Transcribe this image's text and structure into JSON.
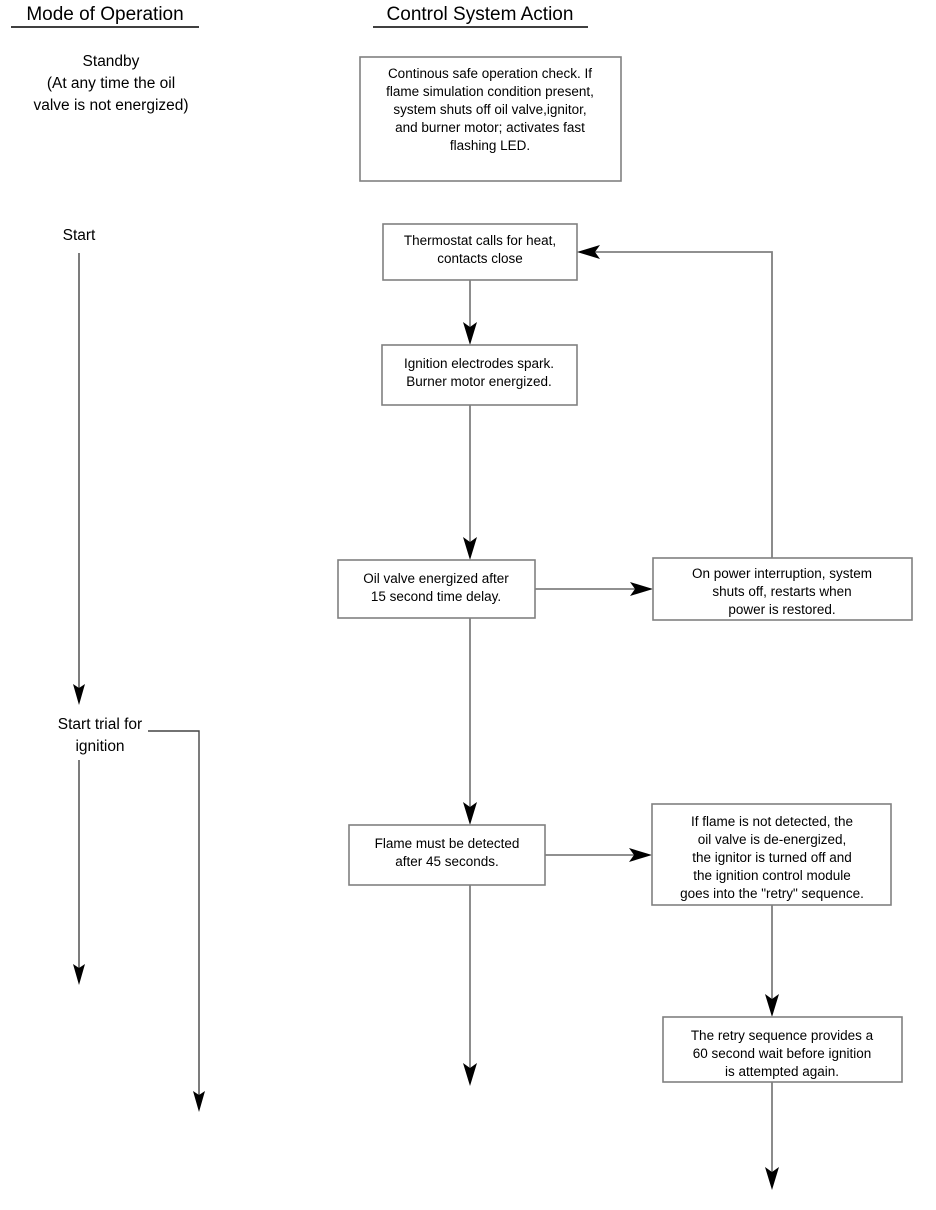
{
  "columns": {
    "left_header": "Mode of Operation",
    "right_header": "Control System Action"
  },
  "mode_labels": {
    "standby_line1": "Standby",
    "standby_line2": "(At any time the oil",
    "standby_line3": "valve is not energized)",
    "start": "Start",
    "trial_line1": "Start trial for",
    "trial_line2": "ignition"
  },
  "boxes": [
    {
      "id": "safety-check",
      "lines": [
        "Continous safe operation check. If",
        "flame simulation condition present,",
        "system shuts off oil valve,ignitor,",
        "and burner motor; activates fast",
        "flashing LED."
      ]
    },
    {
      "id": "thermostat",
      "lines": [
        "Thermostat calls for heat,",
        "contacts close"
      ]
    },
    {
      "id": "ignition-spark",
      "lines": [
        "Ignition electrodes spark.",
        "Burner motor energized."
      ]
    },
    {
      "id": "oil-valve",
      "lines": [
        "Oil valve energized after",
        "15 second time delay."
      ]
    },
    {
      "id": "power-interruption",
      "lines": [
        "On power interruption, system",
        "shuts off, restarts when",
        "power is restored."
      ]
    },
    {
      "id": "flame-detect",
      "lines": [
        "Flame must be detected",
        "after 45 seconds."
      ]
    },
    {
      "id": "no-flame",
      "lines": [
        "If flame is not detected, the",
        "oil valve is de-energized,",
        "the ignitor is turned off and",
        "the ignition control module",
        "goes into the \"retry\" sequence."
      ]
    },
    {
      "id": "retry-sequence",
      "lines": [
        "The retry sequence provides a",
        "60 second wait before ignition",
        "is attempted again."
      ]
    }
  ],
  "colors": {
    "text": "#000000",
    "box_border": "#808080",
    "connector": "#808080",
    "background": "#ffffff"
  }
}
